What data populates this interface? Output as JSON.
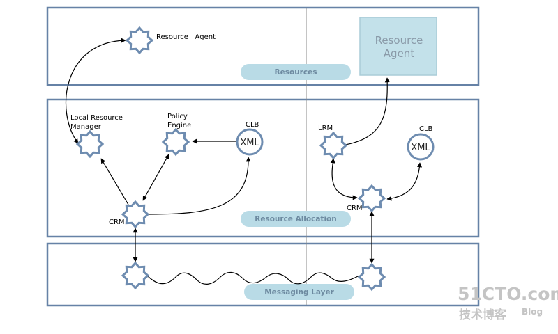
{
  "panels": {
    "resources": {
      "pill_label": "Resources"
    },
    "allocation": {
      "pill_label": "Resource Allocation"
    },
    "messaging": {
      "pill_label": "Messaging Layer"
    }
  },
  "left": {
    "resource_agent_label": "Resource   Agent",
    "lrm_label_line1": "Local Resource",
    "lrm_label_line2": "Manager",
    "policy_label_line1": "Policy",
    "policy_label_line2": "Engine",
    "clb_label": "CLB",
    "xml_label": "XML",
    "crm_label": "CRM"
  },
  "right": {
    "resource_agent_line1": "Resource",
    "resource_agent_line2": "Agent",
    "lrm_label": "LRM",
    "clb_label": "CLB",
    "xml_label": "XML",
    "crm_label": "CRM"
  },
  "watermark": {
    "line1": "51CTO.com",
    "line2": "技术博客",
    "line3": "Blog"
  },
  "colors": {
    "panel_border": "#6682a6",
    "star_stroke": "#6e8cb0",
    "pill_fill": "#b9dbe6",
    "ra_box_fill": "#c3e1ea",
    "divider": "#888888"
  }
}
